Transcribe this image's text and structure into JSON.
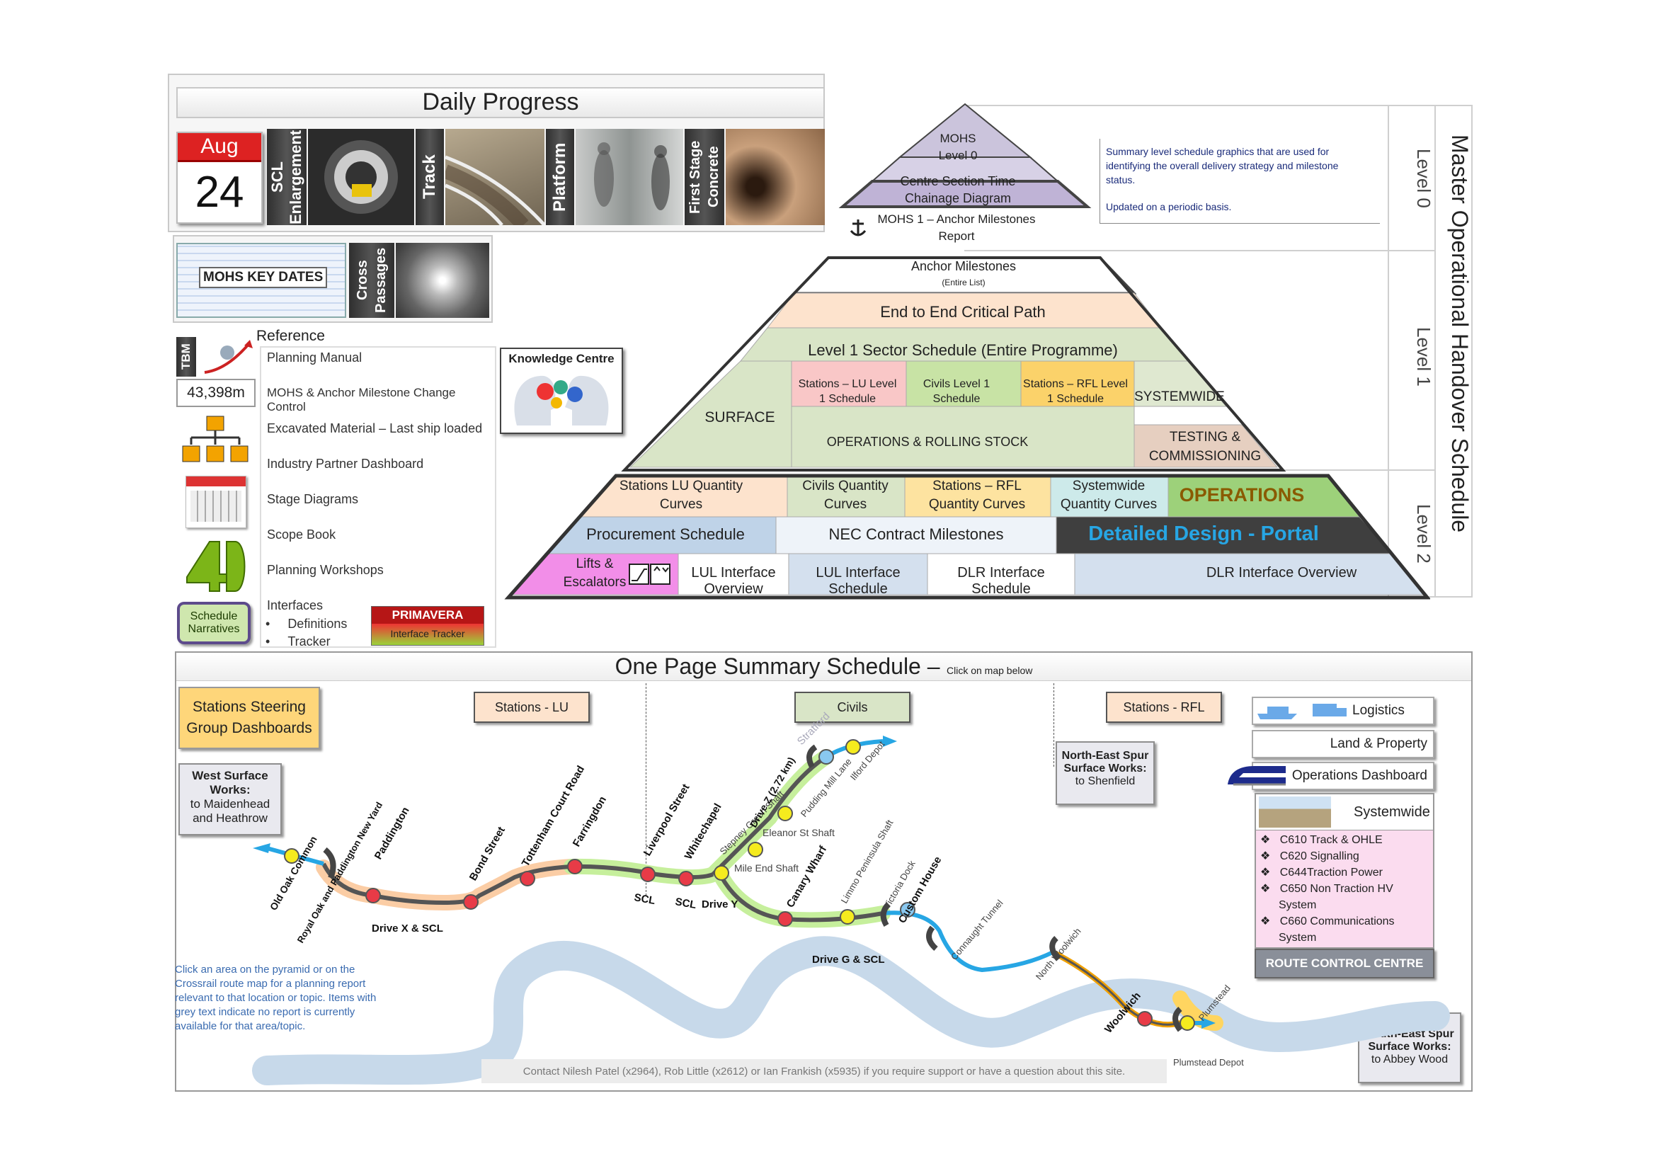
{
  "daily_progress": {
    "title": "Daily Progress",
    "calendar_month": "Aug",
    "calendar_day": "24",
    "tiles": [
      "SCL Enlargement",
      "Track",
      "Platform",
      "First Stage Concrete"
    ]
  },
  "key_dates": {
    "label": "MOHS KEY DATES",
    "cross_passages": "Cross Passages"
  },
  "tbm": {
    "label": "TBM",
    "value": "43,398m"
  },
  "reference": {
    "title": "Reference",
    "items": [
      "Planning Manual",
      "MOHS & Anchor Milestone Change Control",
      "Excavated Material – Last ship loaded",
      "Industry Partner Dashboard",
      "Stage Diagrams",
      "Scope Book",
      "Planning Workshops",
      "Interfaces"
    ],
    "interface_bullets": [
      "Definitions",
      "Tracker"
    ],
    "schedule_narratives": "Schedule Narratives",
    "primavera": "PRIMAVERA",
    "interface_tracker": "Interface Tracker"
  },
  "knowledge_centre": "Knowledge Centre",
  "pyramid": {
    "title": "Master Operational Handover Schedule",
    "level_labels": [
      "Level 0",
      "Level 1",
      "Level 2"
    ],
    "note_lines": [
      "Summary level schedule graphics that are used for",
      "identifying the overall delivery strategy and milestone",
      "status."
    ],
    "note_updated": "Updated on a periodic basis.",
    "l0": [
      "MOHS Level 0",
      "Centre Section Time Chainage Diagram",
      "MOHS 1 – Anchor Milestones Report"
    ],
    "anchor_milestones": "Anchor Milestones",
    "anchor_sub": "(Entire List)",
    "critical_path": "End to End Critical Path",
    "sector_schedule": "Level 1 Sector Schedule (Entire Programme)",
    "surface": "SURFACE",
    "stations_lu_l1": "Stations – LU Level 1 Schedule",
    "civils_l1": "Civils Level 1 Schedule",
    "stations_rfl_l1": "Stations – RFL Level 1 Schedule",
    "systemwide": "SYSTEMWIDE",
    "ops_rolling": "OPERATIONS & ROLLING STOCK",
    "testing": "TESTING & COMMISSIONING",
    "l2_row1": [
      "Stations LU Quantity Curves",
      "Civils Quantity Curves",
      "Stations – RFL Quantity Curves",
      "Systemwide Quantity Curves"
    ],
    "operations": "OPERATIONS",
    "procurement": "Procurement Schedule",
    "nec": "NEC Contract Milestones",
    "detailed_design": "Detailed Design - Portal",
    "lifts": "Lifts & Escalators",
    "l2_row3": [
      "LUL Interface Overview",
      "LUL Interface Schedule",
      "DLR Interface Schedule",
      "DLR Interface Overview"
    ]
  },
  "summary": {
    "title": "One Page Summary Schedule –",
    "subtitle": "Click on map below",
    "stations_steering": "Stations Steering Group Dashboards",
    "stations_lu": "Stations - LU",
    "civils": "Civils",
    "stations_rfl": "Stations - RFL",
    "west_title": "West Surface Works:",
    "west_body": "to Maidenhead and Heathrow",
    "ne_title": "North-East Spur Surface Works:",
    "ne_body": "to Shenfield",
    "se_title": "South-East Spur Surface Works:",
    "se_body": "to Abbey Wood",
    "right_menu": [
      "Logistics",
      "Land & Property",
      "Operations Dashboard",
      "Systemwide"
    ],
    "systemwide_items": [
      "C610 Track & OHLE",
      "C620 Signalling",
      "C644Traction Power",
      "C650 Non Traction HV System",
      "C660 Communications System"
    ],
    "route_control": "ROUTE CONTROL CENTRE",
    "help_text": [
      "Click an area on the pyramid or on the",
      "Crossrail route map for a planning report",
      "relevant to that location or topic. Items with",
      "grey text indicate no report is currently",
      "available for that area/topic."
    ],
    "contact": "Contact Nilesh Patel (x2964), Rob Little (x2612) or Ian Frankish (x5935) if you require support or have a question about this site.",
    "stations": [
      "Old Oak Common",
      "Royal Oak and Paddington New Yard",
      "Paddington",
      "Bond Street",
      "Tottenham Court Road",
      "Farringdon",
      "Liverpool Street",
      "Whitechapel",
      "Stepney Green Shaft",
      "Mile End Shaft",
      "Drive Z (2.72 km)",
      "Eleanor St Shaft",
      "Pudding Mill Lane",
      "Stratford",
      "Ilford Depot",
      "Canary Wharf",
      "Limmo Peninsula Shaft",
      "Victoria Dock",
      "Custom House",
      "Connaught Tunnel",
      "North Woolwich",
      "Woolwich",
      "Plumstead",
      "Plumstead Depot"
    ],
    "drives": [
      "Drive X & SCL",
      "SCL",
      "SCL",
      "Drive Y",
      "Drive G & SCL"
    ]
  }
}
